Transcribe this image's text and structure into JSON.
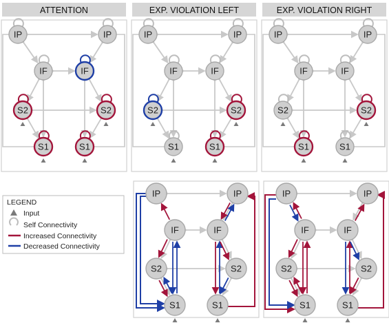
{
  "colors": {
    "node_fill": "#cfcfcf",
    "node_stroke": "#a8a8a8",
    "increased": "#a3153b",
    "decreased": "#1f3fa6",
    "connection": "#c8c8c8",
    "title_bg": "#d6d6d6",
    "input": "#7a7a7a"
  },
  "panels": [
    {
      "title": "ATTENTION"
    },
    {
      "title": "EXP. VIOLATION LEFT"
    },
    {
      "title": "EXP. VIOLATION RIGHT"
    }
  ],
  "node_labels": [
    "IP",
    "IF",
    "S2",
    "S1"
  ],
  "legend": {
    "title": "LEGEND",
    "items": [
      {
        "label": "Input",
        "icon": "triangle-icon"
      },
      {
        "label": "Self Connectivity",
        "icon": "self-loop-icon"
      },
      {
        "label": "Increased Connectivity",
        "icon": "red-line-icon"
      },
      {
        "label": "Decreased Connectivity",
        "icon": "blue-line-icon"
      }
    ]
  }
}
